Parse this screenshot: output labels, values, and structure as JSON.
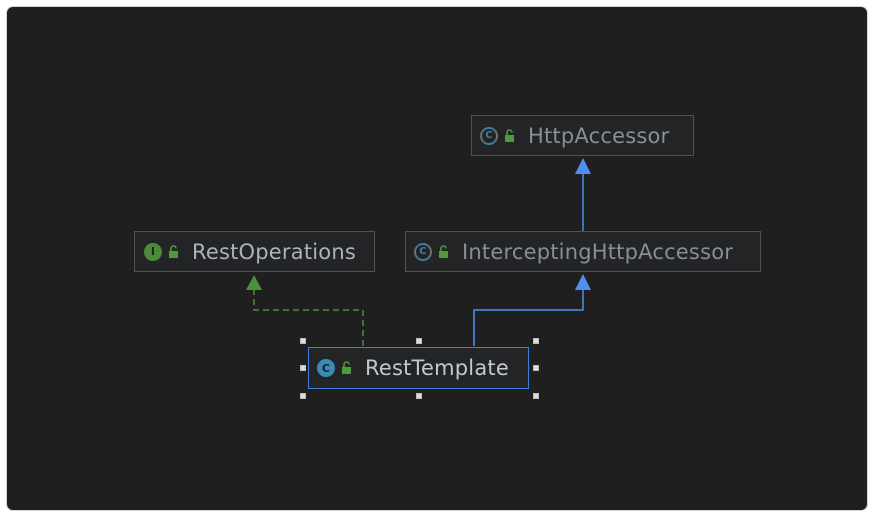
{
  "nodes": {
    "http_accessor": {
      "name": "HttpAccessor",
      "kind": "abstract-class",
      "badge": "C"
    },
    "rest_operations": {
      "name": "RestOperations",
      "kind": "interface",
      "badge": "I"
    },
    "intercepting_http_accessor": {
      "name": "InterceptingHttpAccessor",
      "kind": "abstract-class",
      "badge": "C"
    },
    "rest_template": {
      "name": "RestTemplate",
      "kind": "class",
      "badge": "C",
      "selected": true
    }
  },
  "edges": [
    {
      "from": "RestTemplate",
      "to": "RestOperations",
      "type": "implements",
      "color": "#4e8f3a"
    },
    {
      "from": "RestTemplate",
      "to": "InterceptingHttpAccessor",
      "type": "extends",
      "color": "#4f8ff0"
    },
    {
      "from": "InterceptingHttpAccessor",
      "to": "HttpAccessor",
      "type": "extends",
      "color": "#4f8ff0"
    }
  ],
  "colors": {
    "background": "#1f1f1f",
    "node_border": "#4e5256",
    "selected_border": "#3d7ddb",
    "interface_badge": "#4a8a3a",
    "class_badge": "#3b8bb3",
    "access_icon": "#4e9b3a"
  },
  "icons": {
    "access": "unlocked-padlock-icon"
  }
}
